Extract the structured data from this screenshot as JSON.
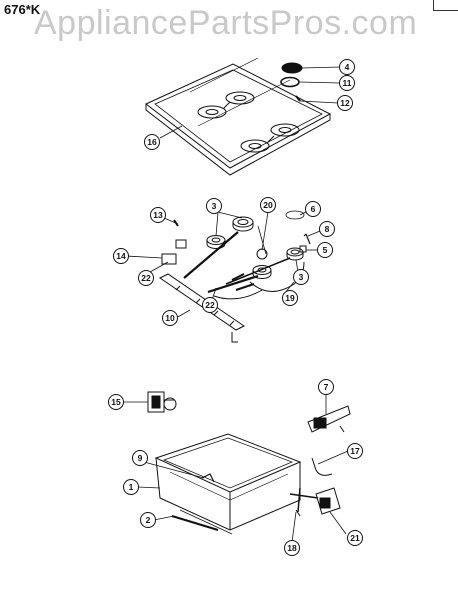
{
  "header": {
    "model_code": "676*K",
    "watermark": "AppliancePartsPros.com"
  },
  "callouts": [
    "1",
    "2",
    "3",
    "3",
    "4",
    "5",
    "6",
    "7",
    "8",
    "9",
    "10",
    "11",
    "12",
    "13",
    "14",
    "15",
    "16",
    "17",
    "18",
    "19",
    "20",
    "21",
    "22",
    "22"
  ],
  "colors": {
    "line": "#111111",
    "watermark": "#c9c9c9",
    "background": "#ffffff"
  }
}
